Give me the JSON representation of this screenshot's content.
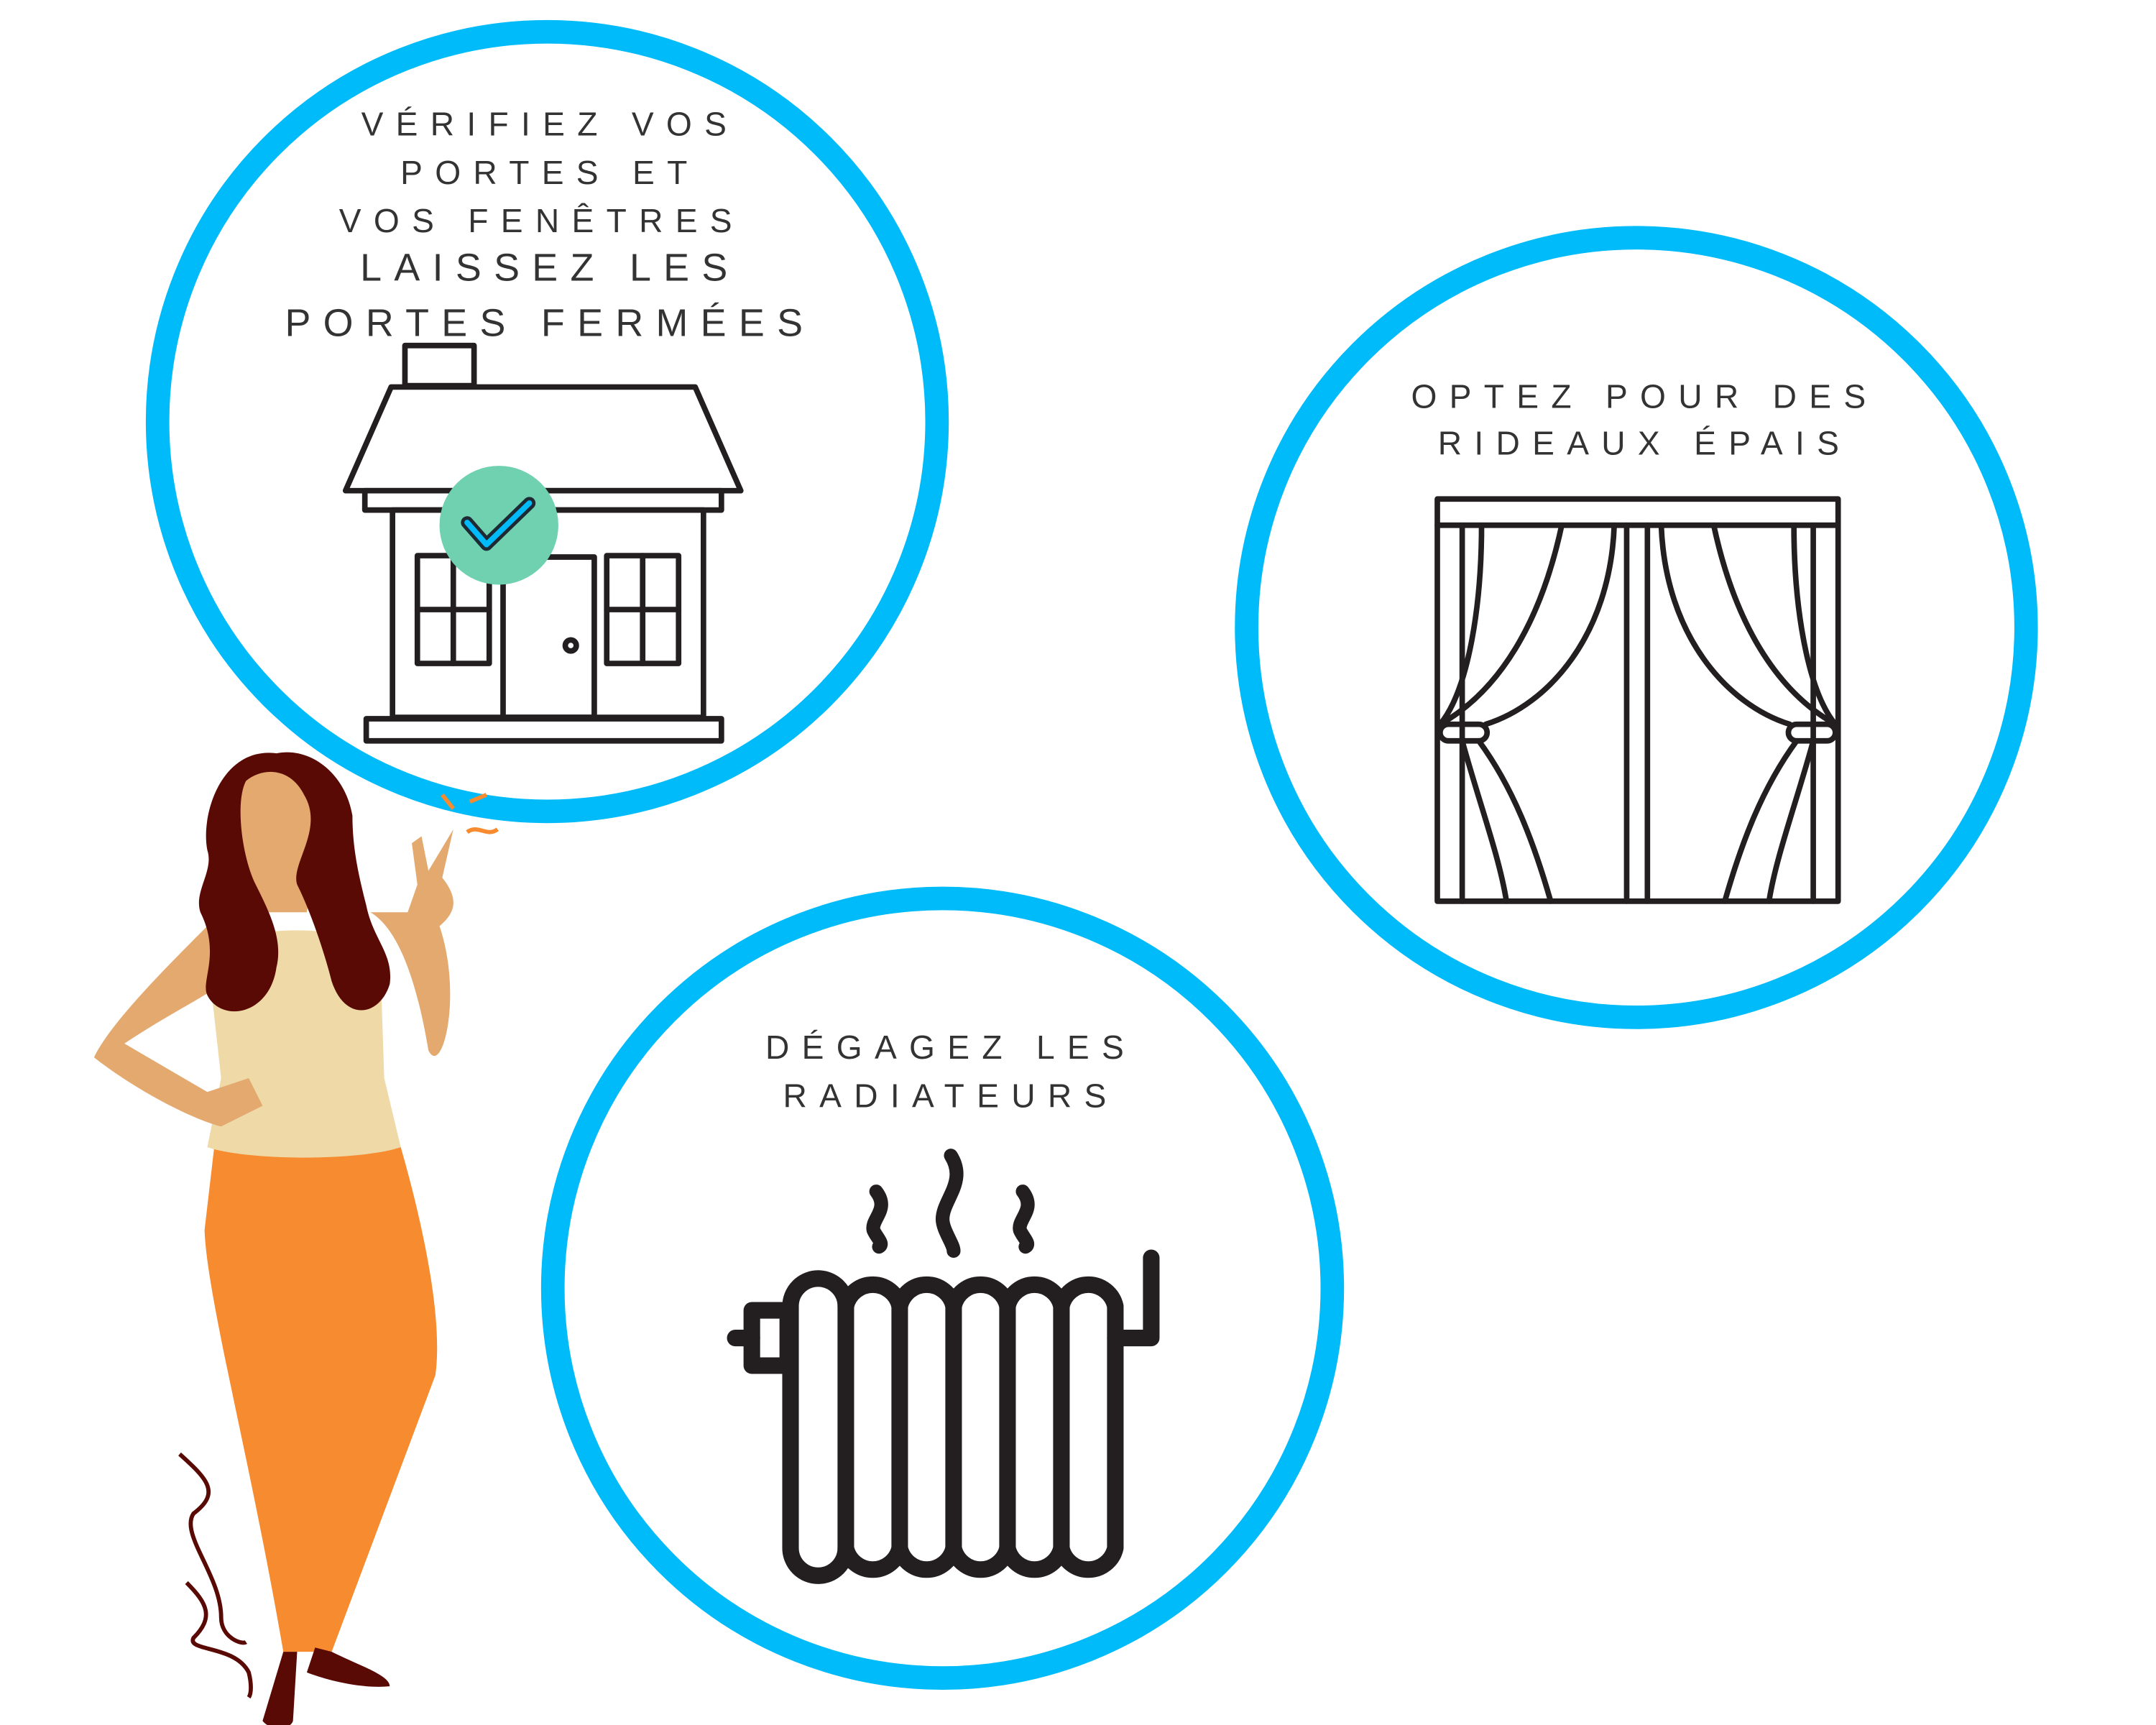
{
  "colors": {
    "ring": "#00bbf9",
    "text": "#333333",
    "check": "#6fd1b0",
    "pants": "#f68b2f",
    "hair": "#5a0a05",
    "skin": "#e3a96f",
    "top": "#eed9a7"
  },
  "tips": [
    {
      "lines": [
        "VÉRIFIEZ VOS",
        "PORTES ET",
        "VOS FENÊTRES",
        "LAISSEZ LES",
        "PORTES FERMÉES"
      ],
      "icon": "house-check-icon"
    },
    {
      "lines": [
        "OPTEZ POUR DES",
        "RIDEAUX ÉPAIS"
      ],
      "icon": "curtains-icon"
    },
    {
      "lines": [
        "DÉGAGEZ LES",
        "RADIATEURS"
      ],
      "icon": "radiator-icon"
    }
  ]
}
